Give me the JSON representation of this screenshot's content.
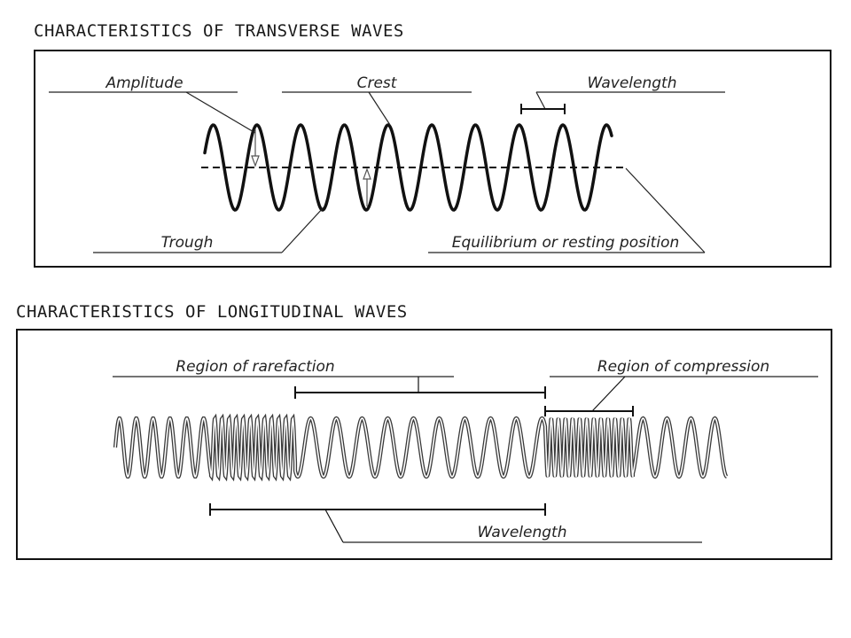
{
  "transverse": {
    "title": "CHARACTERISTICS OF TRANSVERSE WAVES",
    "labels": {
      "amplitude": "Amplitude",
      "crest": "Crest",
      "wavelength": "Wavelength",
      "trough": "Trough",
      "equilibrium": "Equilibrium or resting position"
    }
  },
  "longitudinal": {
    "title": "CHARACTERISTICS OF LONGITUDINAL WAVES",
    "labels": {
      "rarefaction": "Region of rarefaction",
      "compression": "Region of compression",
      "wavelength": "Wavelength"
    }
  },
  "colors": {
    "ink": "#111111",
    "text": "#222222"
  }
}
